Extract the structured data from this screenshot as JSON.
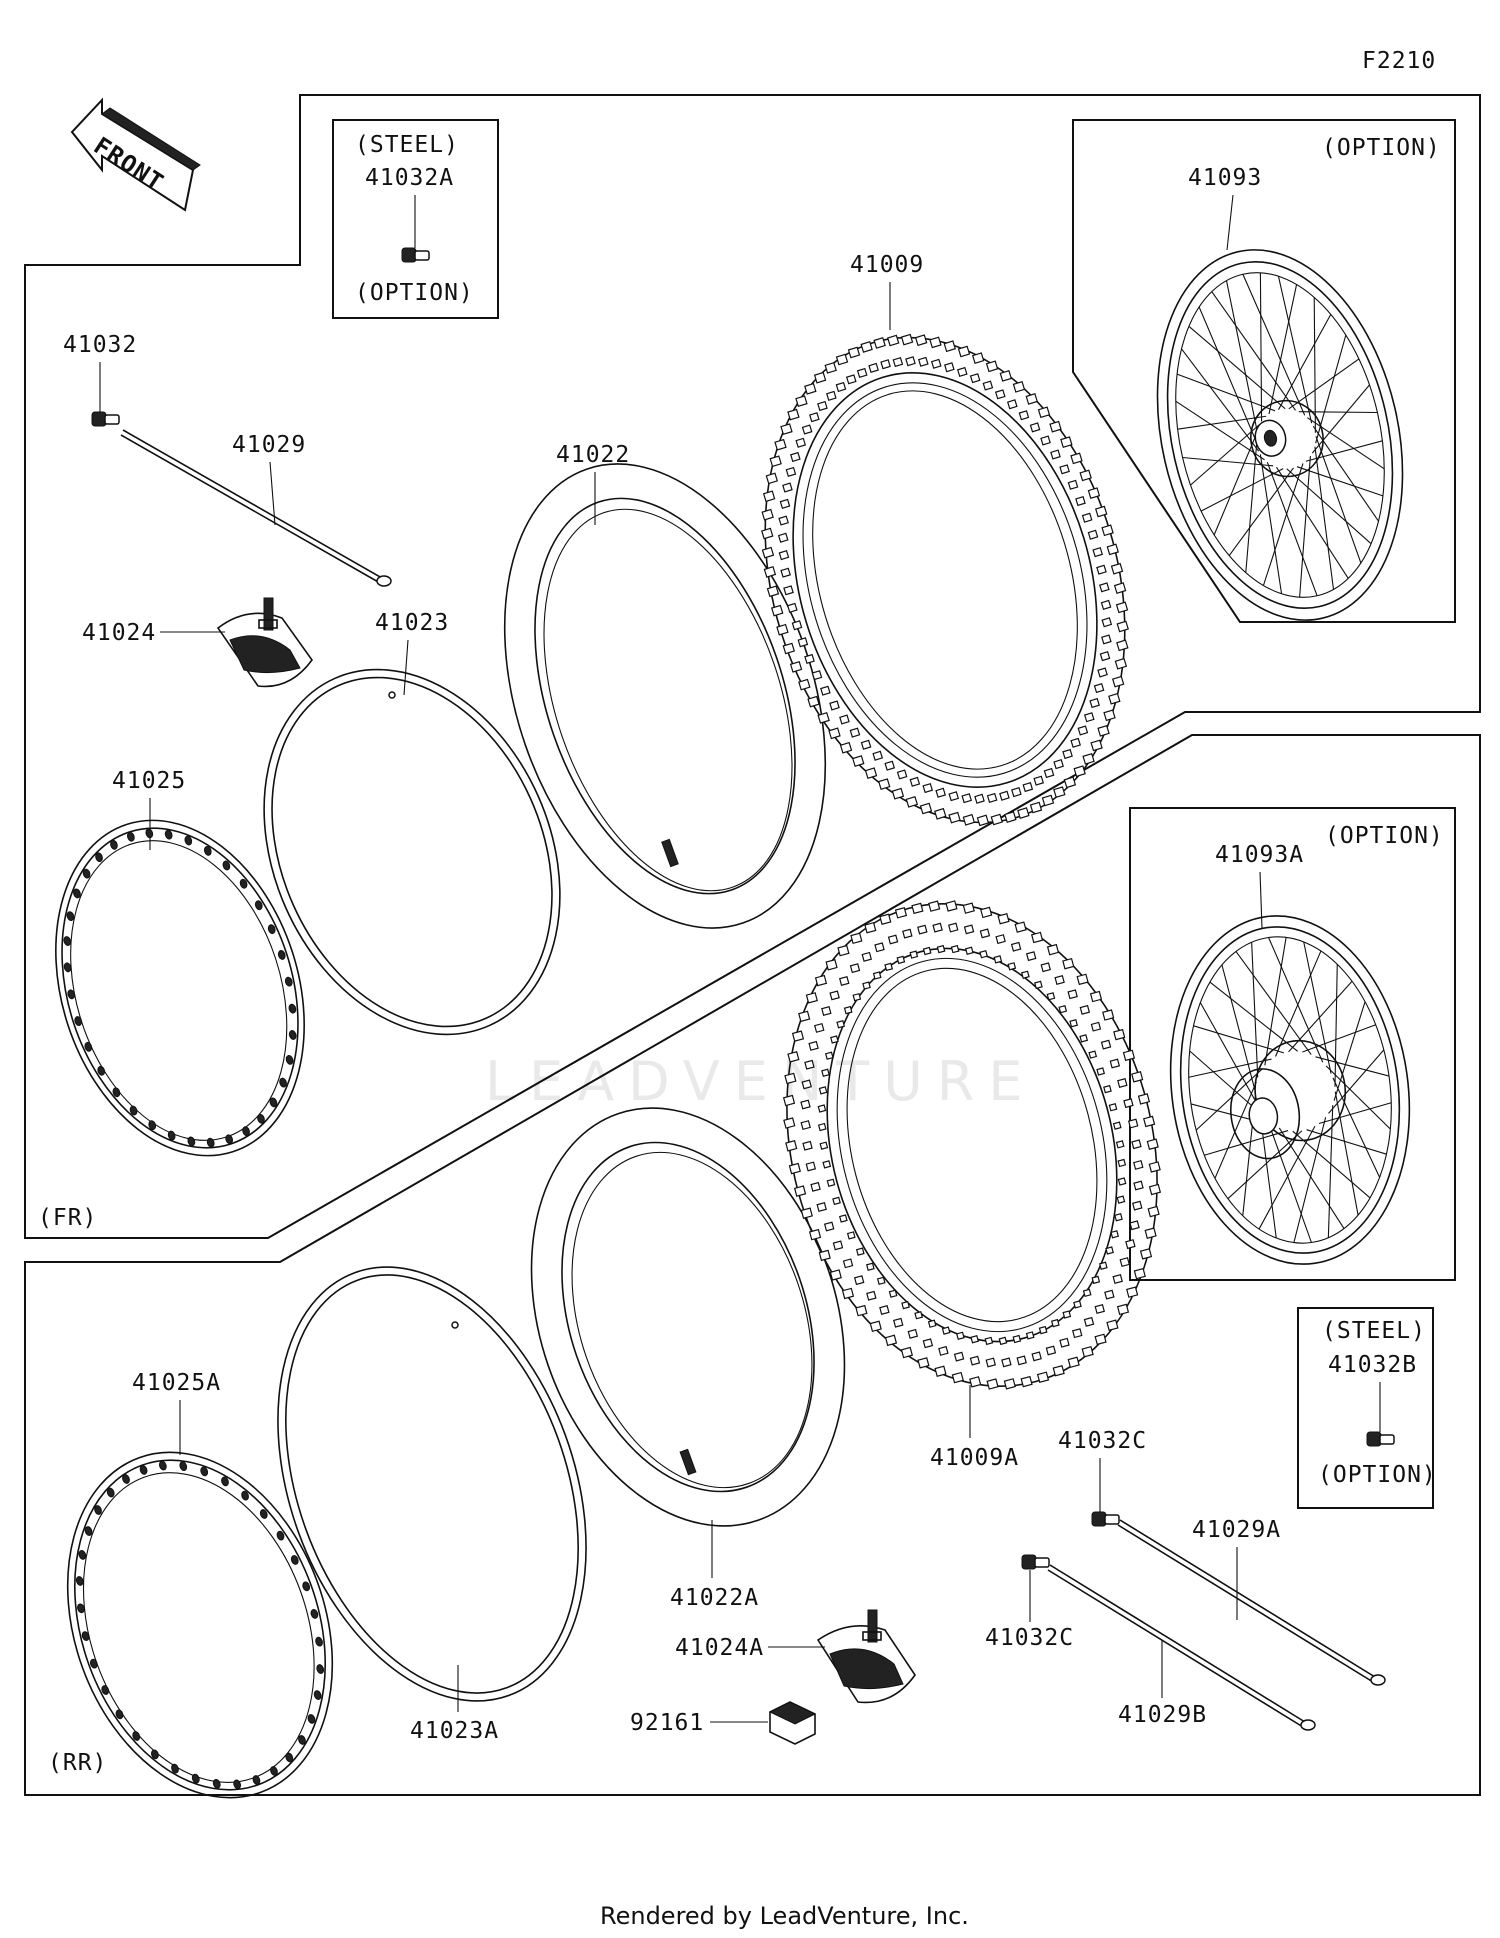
{
  "diagram_code": "F2210",
  "front_label": "FRONT",
  "footer": "Rendered by LeadVenture, Inc.",
  "watermark": "LEADVENTURE",
  "sections": {
    "front": "(FR)",
    "rear": "(RR)"
  },
  "callouts": {
    "steel_front": {
      "title": "(STEEL)",
      "part": "41032A",
      "note": "(OPTION)"
    },
    "option_front": {
      "title": "(OPTION)",
      "part": "41093"
    },
    "option_rear": {
      "title": "(OPTION)",
      "part": "41093A"
    },
    "steel_rear": {
      "title": "(STEEL)",
      "part": "41032B",
      "note": "(OPTION)"
    }
  },
  "parts": {
    "p41032": "41032",
    "p41029": "41029",
    "p41024": "41024",
    "p41023": "41023",
    "p41022": "41022",
    "p41009": "41009",
    "p41025": "41025",
    "p41025A": "41025A",
    "p41023A": "41023A",
    "p41022A": "41022A",
    "p41009A": "41009A",
    "p41032C_top": "41032C",
    "p41032C_bottom": "41032C",
    "p41029A": "41029A",
    "p41029B": "41029B",
    "p41024A": "41024A",
    "p92161": "92161"
  }
}
